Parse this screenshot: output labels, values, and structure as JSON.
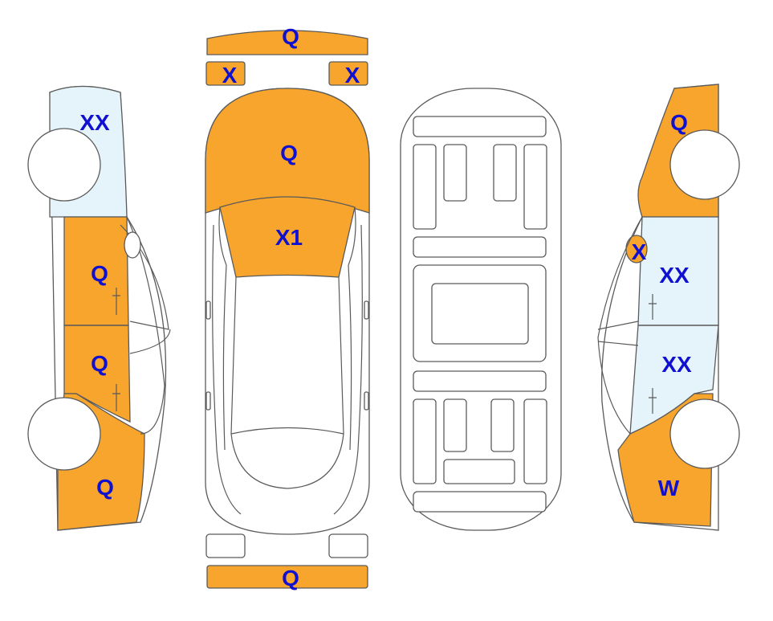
{
  "colors": {
    "damage_fill": "#f7a52c",
    "glass_fill": "#e4f4fa",
    "outline": "#5a5a5a",
    "label": "#1010d0",
    "body_fill": "#ffffff"
  },
  "labels": {
    "front_bumper": "Q",
    "front_left_corner": "X",
    "front_right_corner": "X",
    "hood": "Q",
    "windshield": "X1",
    "rear_bumper": "Q",
    "left_rear_quarter_window": "XX",
    "left_rear_door": "Q",
    "left_front_door": "Q",
    "left_front_fender": "Q",
    "right_rear_quarter": "Q",
    "right_mirror": "X",
    "right_rear_door": "XX",
    "right_front_door": "XX",
    "right_front_fender": "W"
  }
}
